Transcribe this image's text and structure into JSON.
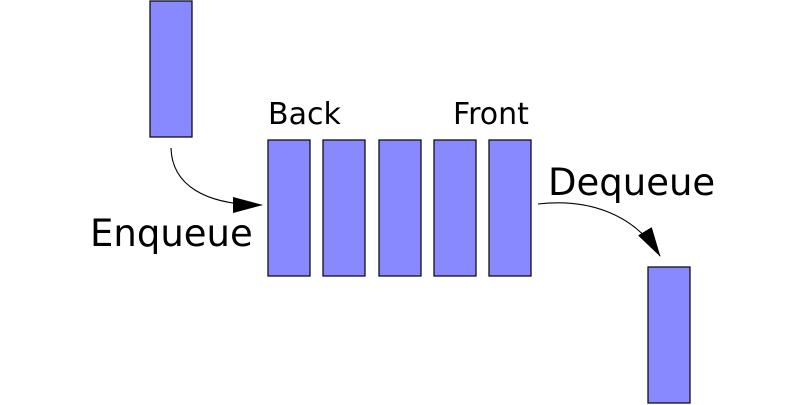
{
  "diagram": {
    "labels": {
      "back": "Back",
      "front": "Front",
      "enqueue": "Enqueue",
      "dequeue": "Dequeue"
    },
    "queue": {
      "element_count": 5
    },
    "colors": {
      "block_fill": "#8888ff",
      "block_stroke": "#111111",
      "text": "#000000",
      "arrow": "#000000",
      "background": "#ffffff"
    }
  }
}
